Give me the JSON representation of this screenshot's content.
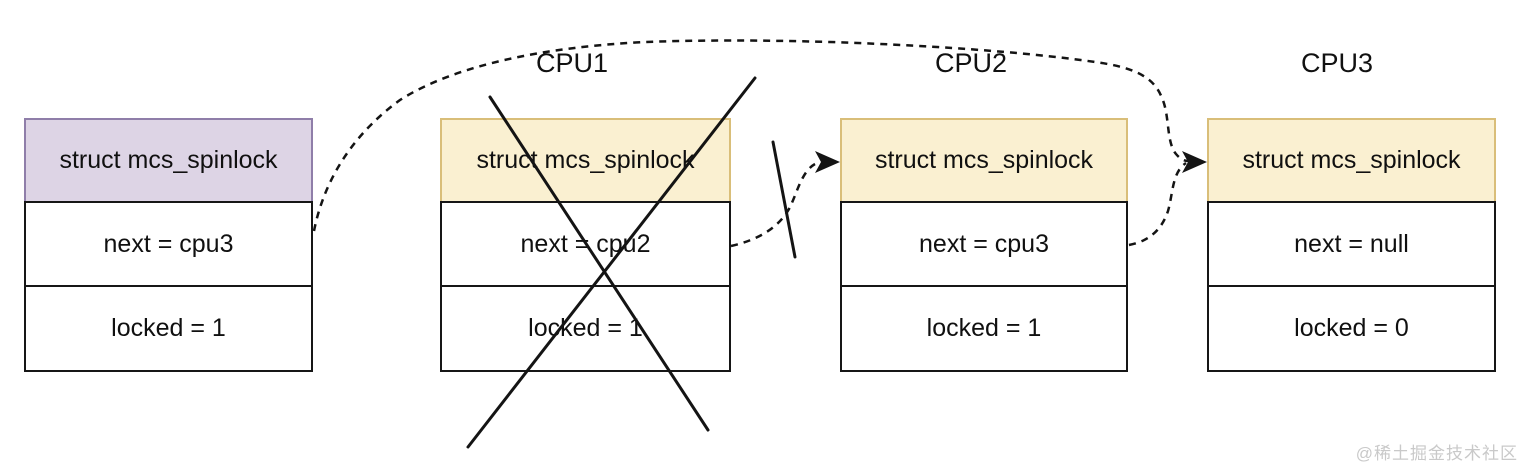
{
  "diagram": {
    "cpu_labels": [
      "CPU1",
      "CPU2",
      "CPU3"
    ],
    "nodes": [
      {
        "title": "struct mcs_spinlock",
        "next": "next = cpu3",
        "locked": "locked = 1",
        "header_color": "#DDD4E5",
        "header_border": "#8F7EA9",
        "crossed_out": false
      },
      {
        "title": "struct mcs_spinlock",
        "next": "next = cpu2",
        "locked": "locked = 1",
        "header_color": "#FAF0D1",
        "header_border": "#D9BE79",
        "crossed_out": true
      },
      {
        "title": "struct mcs_spinlock",
        "next": "next = cpu3",
        "locked": "locked = 1",
        "header_color": "#FAF0D1",
        "header_border": "#D9BE79",
        "crossed_out": false
      },
      {
        "title": "struct mcs_spinlock",
        "next": "next = null",
        "locked": "locked = 0",
        "header_color": "#FAF0D1",
        "header_border": "#D9BE79",
        "crossed_out": false
      }
    ],
    "line_color": "#141414"
  },
  "watermark": {
    "text": "@稀土掘金技术社区",
    "color": "#C9C9C9"
  }
}
